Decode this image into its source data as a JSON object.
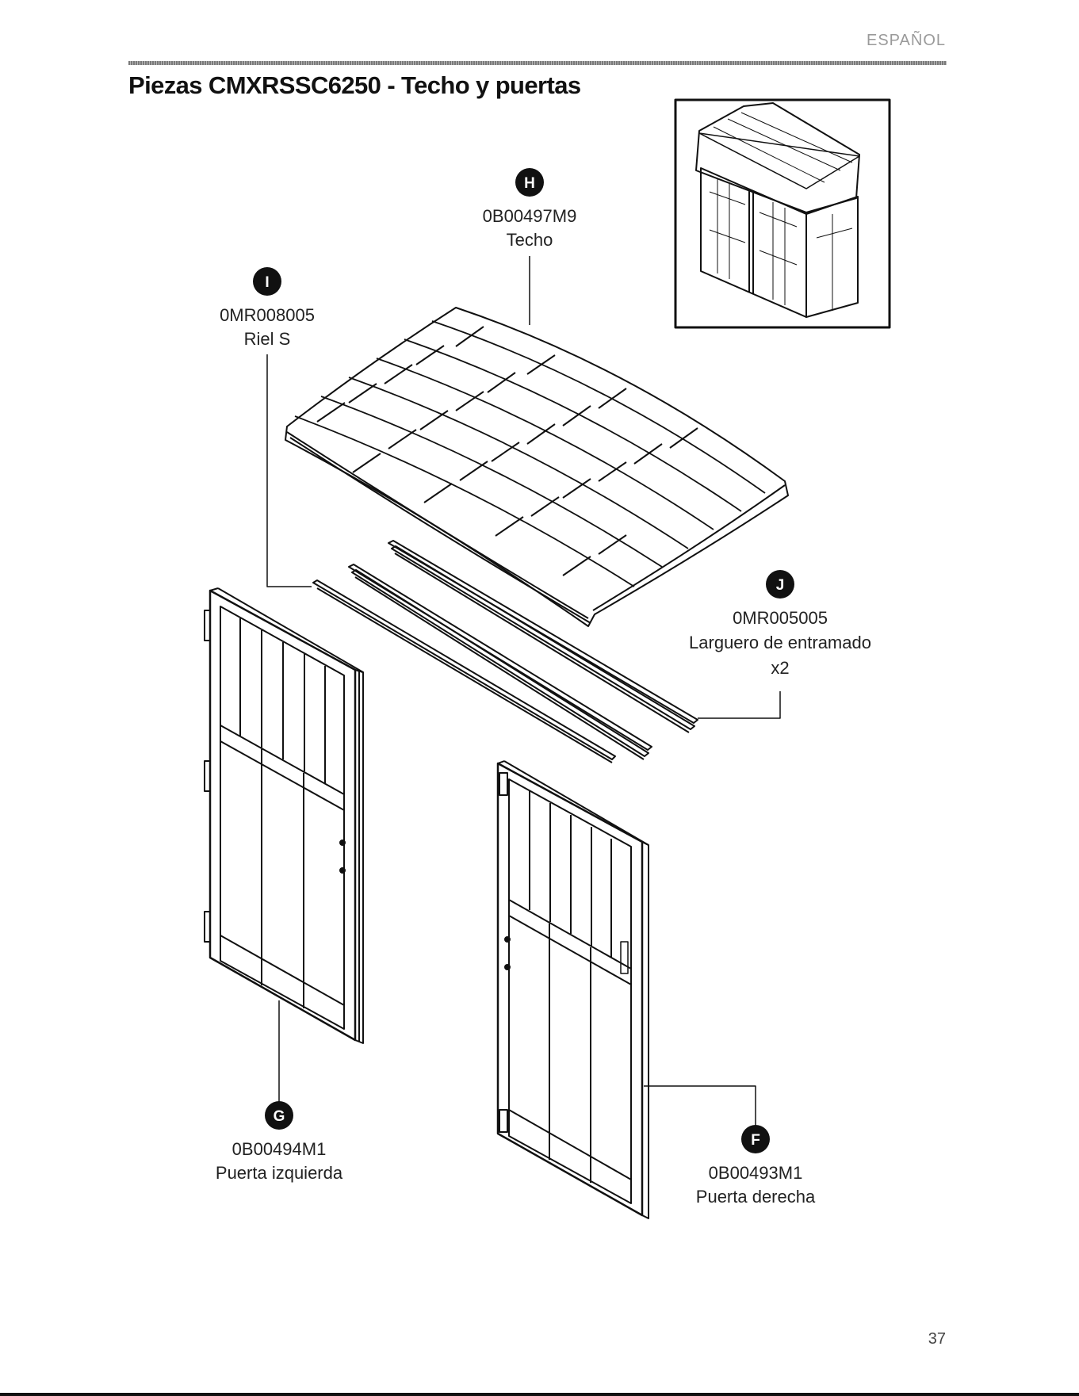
{
  "header": {
    "language": "ESPAÑOL"
  },
  "title": "Piezas CMXRSSC6250 - Techo y puertas",
  "page_number": "37",
  "parts": {
    "H": {
      "letter": "H",
      "code": "0B00497M9",
      "name": "Techo"
    },
    "I": {
      "letter": "I",
      "code": "0MR008005",
      "name": "Riel S"
    },
    "J": {
      "letter": "J",
      "code": "0MR005005",
      "name": "Larguero de entramado",
      "qty": "x2"
    },
    "G": {
      "letter": "G",
      "code": "0B00494M1",
      "name": "Puerta izquierda"
    },
    "F": {
      "letter": "F",
      "code": "0B00493M1",
      "name": "Puerta derecha"
    }
  },
  "colors": {
    "ink": "#111111",
    "badge": "#111111",
    "accent_rule": "#7a7a7a"
  }
}
